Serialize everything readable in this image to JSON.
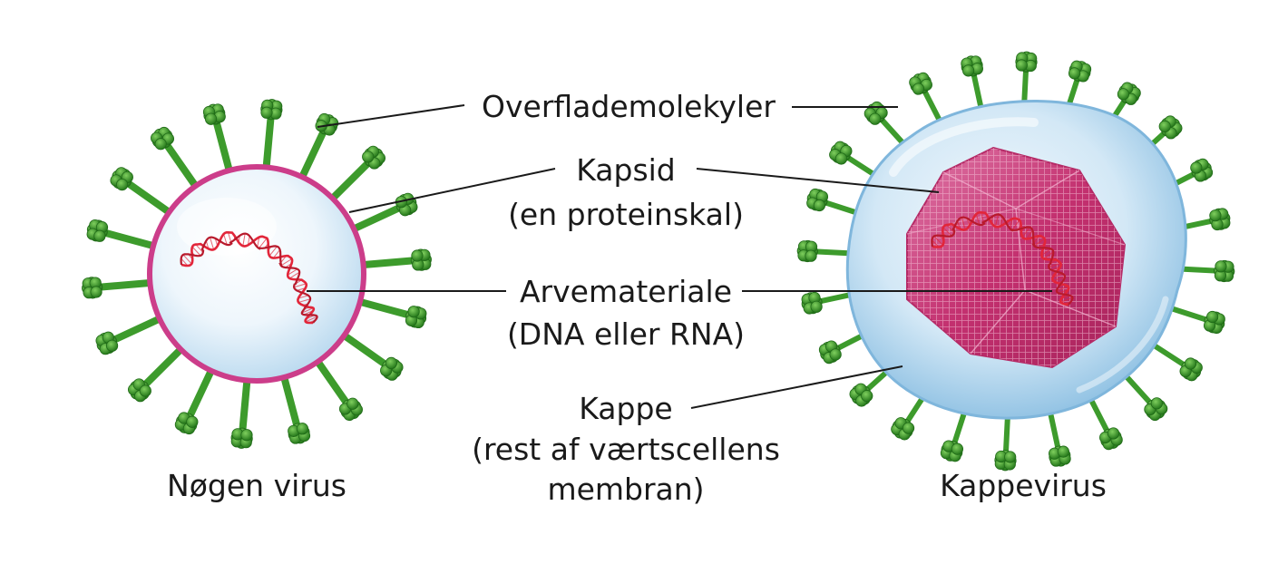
{
  "labels": {
    "surface": "Overflademolekyler",
    "capsid": "Kapsid",
    "capsid_sub": "(en proteinskal)",
    "genetic": "Arvemateriale",
    "genetic_sub": "(DNA eller RNA)",
    "envelope": "Kappe",
    "envelope_sub1": "(rest af værtscellens",
    "envelope_sub2": "membran)",
    "naked": "Nøgen virus",
    "enveloped": "Kappevirus"
  },
  "colors": {
    "spike_stem": "#3d9b2c",
    "spike_head": "#2e8a24",
    "capsid_outline": "#cc3d8a",
    "capsid_fill": "#c3306f",
    "nucleic_acid": "#e2263a",
    "envelope": "#a9d2ec",
    "leader_line": "#1a1a1a"
  }
}
